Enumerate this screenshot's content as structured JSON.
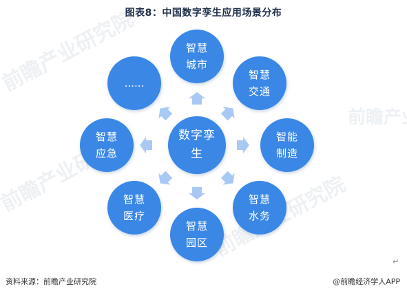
{
  "header": {
    "title": "图表8：中国数字孪生应用场景分布"
  },
  "watermark": {
    "text": "前瞻产业研究院"
  },
  "diagram": {
    "center": "数字孪生",
    "nodes": [
      {
        "label": "智慧城市"
      },
      {
        "label": "智慧交通"
      },
      {
        "label": "智能制造"
      },
      {
        "label": "智慧水务"
      },
      {
        "label": "智慧园区"
      },
      {
        "label": "智慧医疗"
      },
      {
        "label": "智慧应急"
      },
      {
        "label": "......"
      }
    ],
    "colors": {
      "circle": "#3a87e6",
      "arrow": "#a9c9f4"
    }
  },
  "footer": {
    "source": "资料来源：前瞻产业研究院",
    "brand": "@前瞻经济学人APP"
  },
  "misc": {
    "return_mark": "↵"
  }
}
